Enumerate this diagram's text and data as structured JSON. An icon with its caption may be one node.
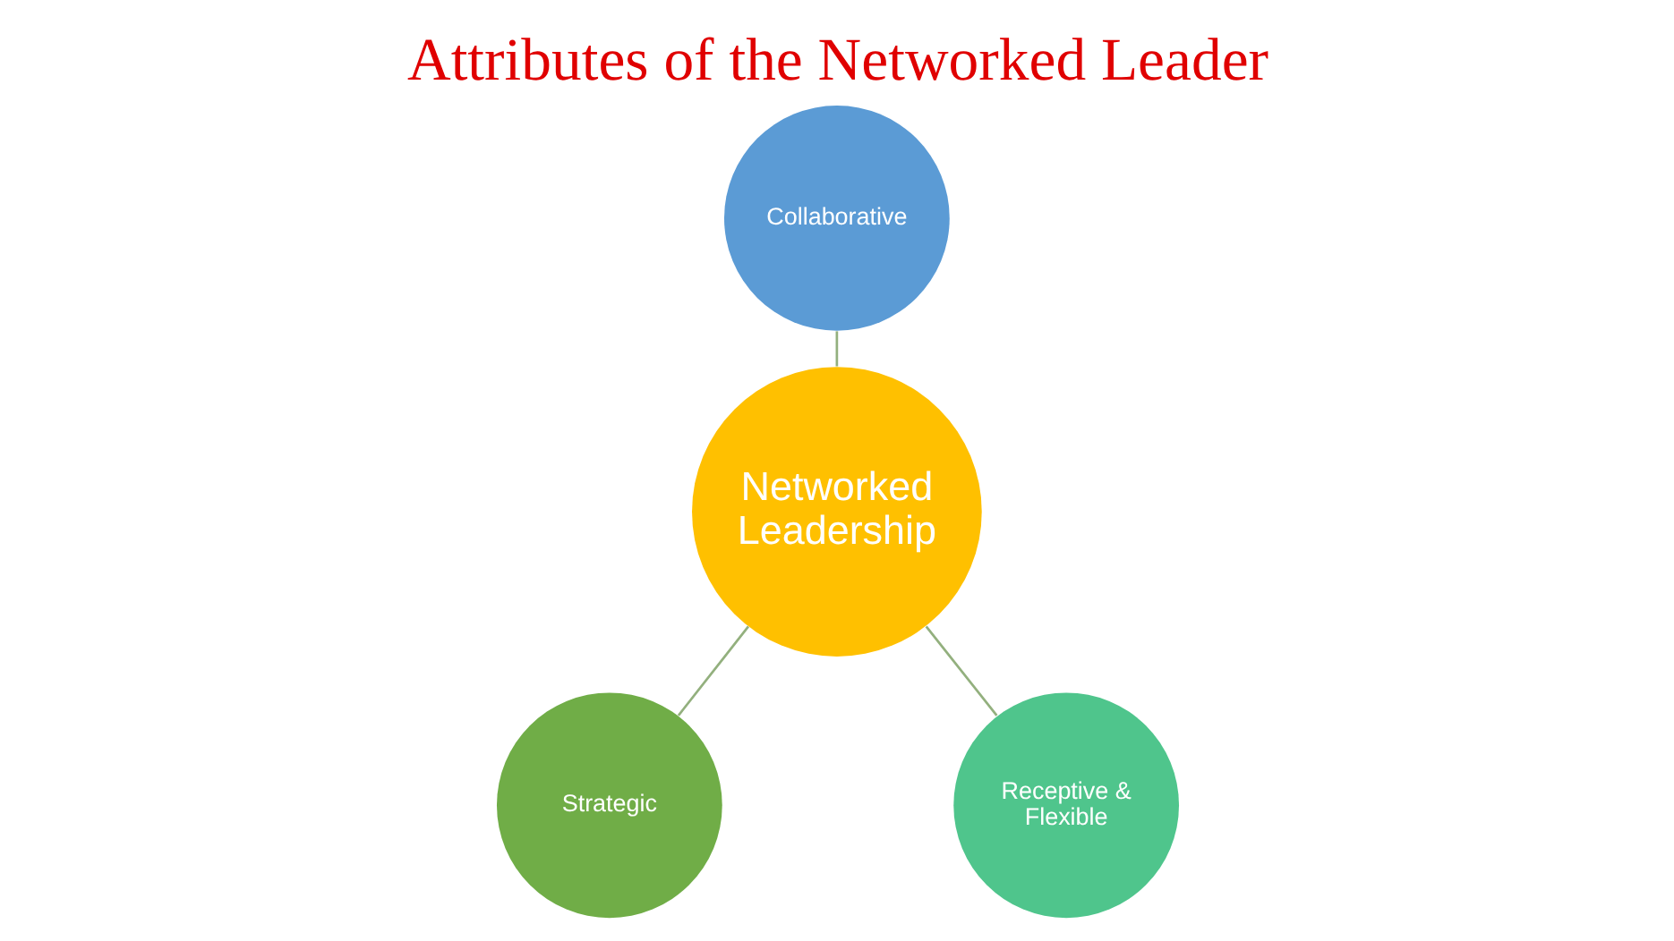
{
  "diagram": {
    "title": "Attributes of the Networked Leader",
    "nodes": [
      {
        "text": [
          "Networked Leadership"
        ]
      },
      {
        "text": [
          "Collaborative"
        ]
      },
      {
        "text": [
          "Strategic"
        ]
      },
      {
        "text": [
          "Receptive & Flexible"
        ]
      }
    ],
    "edges": [
      {
        "from": 0,
        "to": 1,
        "arrow": "none"
      },
      {
        "from": 0,
        "to": 2,
        "arrow": "none"
      },
      {
        "from": 0,
        "to": 3,
        "arrow": "none"
      }
    ]
  }
}
